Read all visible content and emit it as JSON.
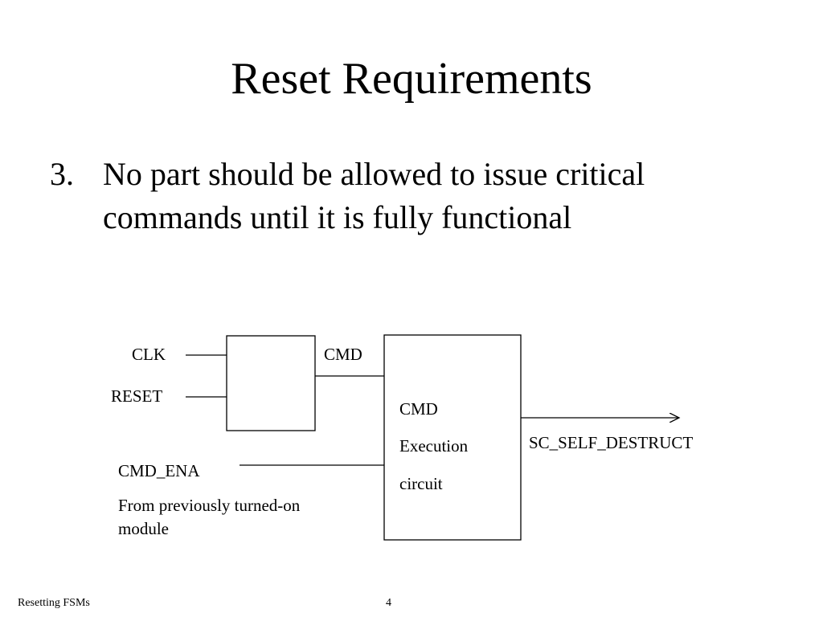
{
  "slide": {
    "title": "Reset Requirements",
    "bullet": {
      "number": "3.",
      "line1": "No part should be allowed to issue critical",
      "line2": "commands until it is fully functional"
    }
  },
  "diagram": {
    "labels": {
      "clk": "CLK",
      "reset": "RESET",
      "cmd": "CMD",
      "cmd_ena": "CMD_ENA",
      "cmd_ena_note_line1": "From previously turned-on",
      "cmd_ena_note_line2": "module",
      "exec_line1": "CMD",
      "exec_line2": "Execution",
      "exec_line3": "circuit",
      "output": "SC_SELF_DESTRUCT"
    },
    "line_color": "#000000"
  },
  "footer": {
    "left": "Resetting FSMs",
    "page_number": "4"
  }
}
